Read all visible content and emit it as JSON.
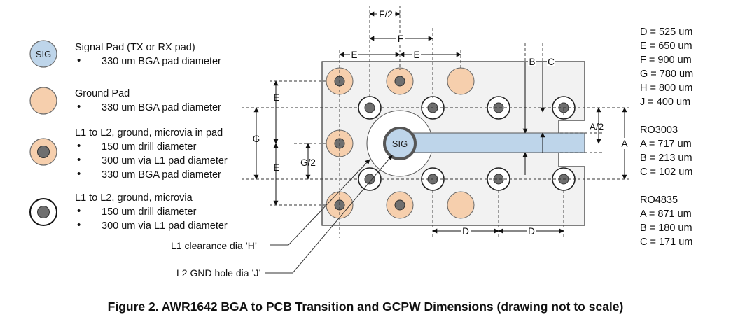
{
  "legend": {
    "sig_symbol": "SIG",
    "signal_pad": {
      "title": "Signal Pad (TX or RX pad)",
      "bullets": [
        "330 um BGA pad diameter"
      ]
    },
    "ground_pad": {
      "title": "Ground Pad",
      "bullets": [
        "330 um BGA pad diameter"
      ]
    },
    "microvia_in_pad": {
      "title": "L1 to L2, ground, microvia in pad",
      "bullets": [
        "150 um drill diameter",
        "300 um via L1 pad diameter",
        "330 um BGA pad diameter"
      ]
    },
    "microvia": {
      "title": "L1 to L2, ground, microvia",
      "bullets": [
        "150 um  drill diameter",
        "300 um via L1 pad diameter"
      ]
    }
  },
  "diagram": {
    "sig_label": "SIG",
    "labels": {
      "f_half": "F/2",
      "f": "F",
      "e": "E",
      "b": "B",
      "c": "C",
      "g": "G",
      "g_half": "G/2",
      "a_half": "A/2",
      "a": "A",
      "d": "D"
    },
    "callouts": {
      "l1_clearance": "L1 clearance dia ’H’",
      "l2_gnd_hole": "L2 GND hole dia ’J’"
    },
    "colors": {
      "ground_pad": "#f6cfad",
      "signal_pad": "#bed5ea",
      "trace": "#bed5ea",
      "via": "#6f6f6f",
      "board": "#f2f2f2"
    }
  },
  "dimensions": {
    "general": [
      "D = 525 um",
      "E = 650 um",
      "F = 900 um",
      "G = 780 um",
      "H = 800 um",
      "J  = 400 um"
    ],
    "ro3003": {
      "title": "RO3003",
      "items": [
        "A = 717 um",
        "B = 213 um",
        "C = 102 um"
      ]
    },
    "ro4835": {
      "title": "RO4835",
      "items": [
        "A = 871 um",
        "B = 180 um",
        "C = 171 um"
      ]
    }
  },
  "caption": "Figure 2. AWR1642 BGA to PCB Transition and GCPW Dimensions (drawing not to scale)"
}
